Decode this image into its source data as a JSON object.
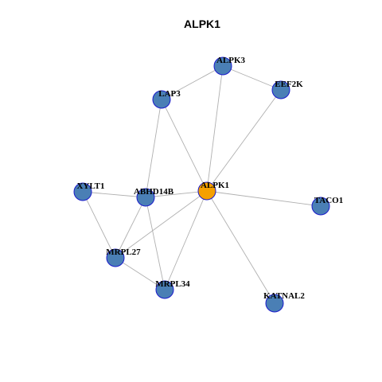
{
  "title": "ALPK1",
  "colors": {
    "center": "#f5a000",
    "neighbor": "#4a7fb5",
    "border": "#1a1acc",
    "edge": "#b0b0b0"
  },
  "nodes": [
    {
      "id": "ALPK1",
      "label": "ALPK1",
      "role": "center"
    },
    {
      "id": "ALPK3",
      "label": "ALPK3",
      "role": "neighbor"
    },
    {
      "id": "EEF2K",
      "label": "EEF2K",
      "role": "neighbor"
    },
    {
      "id": "LAP3",
      "label": "LAP3",
      "role": "neighbor"
    },
    {
      "id": "XYLT1",
      "label": "XYLT1",
      "role": "neighbor"
    },
    {
      "id": "ABHD14B",
      "label": "ABHD14B",
      "role": "neighbor"
    },
    {
      "id": "TACO1",
      "label": "TACO1",
      "role": "neighbor"
    },
    {
      "id": "MRPL27",
      "label": "MRPL27",
      "role": "neighbor"
    },
    {
      "id": "MRPL34",
      "label": "MRPL34",
      "role": "neighbor"
    },
    {
      "id": "KATNAL2",
      "label": "KATNAL2",
      "role": "neighbor"
    }
  ],
  "edges": [
    [
      "ALPK3",
      "EEF2K"
    ],
    [
      "ALPK3",
      "LAP3"
    ],
    [
      "ALPK3",
      "ALPK1"
    ],
    [
      "EEF2K",
      "ALPK1"
    ],
    [
      "LAP3",
      "ALPK1"
    ],
    [
      "LAP3",
      "ABHD14B"
    ],
    [
      "XYLT1",
      "ABHD14B"
    ],
    [
      "XYLT1",
      "MRPL27"
    ],
    [
      "ABHD14B",
      "ALPK1"
    ],
    [
      "ABHD14B",
      "MRPL27"
    ],
    [
      "ABHD14B",
      "MRPL34"
    ],
    [
      "ALPK1",
      "TACO1"
    ],
    [
      "ALPK1",
      "KATNAL2"
    ],
    [
      "ALPK1",
      "MRPL27"
    ],
    [
      "ALPK1",
      "MRPL34"
    ],
    [
      "MRPL27",
      "MRPL34"
    ]
  ]
}
